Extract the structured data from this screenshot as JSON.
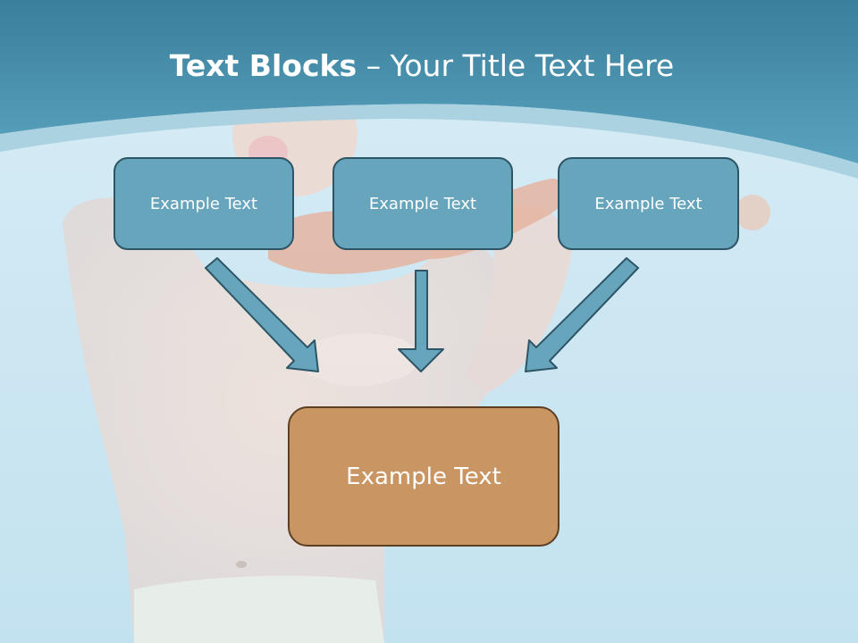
{
  "title": {
    "bold": "Text Blocks",
    "dash": " – ",
    "rest": "Your Title Text Here"
  },
  "boxes": [
    {
      "text": "Example Text"
    },
    {
      "text": "Example Text"
    },
    {
      "text": "Example Text"
    }
  ],
  "target": {
    "text": "Example Text"
  },
  "colors": {
    "header": "#3f8aa8",
    "box_fill": "#67a5bd",
    "box_border": "#2d5566",
    "target_fill": "#c99562",
    "target_border": "#5d4024",
    "arrow_fill": "#67a5bd"
  }
}
